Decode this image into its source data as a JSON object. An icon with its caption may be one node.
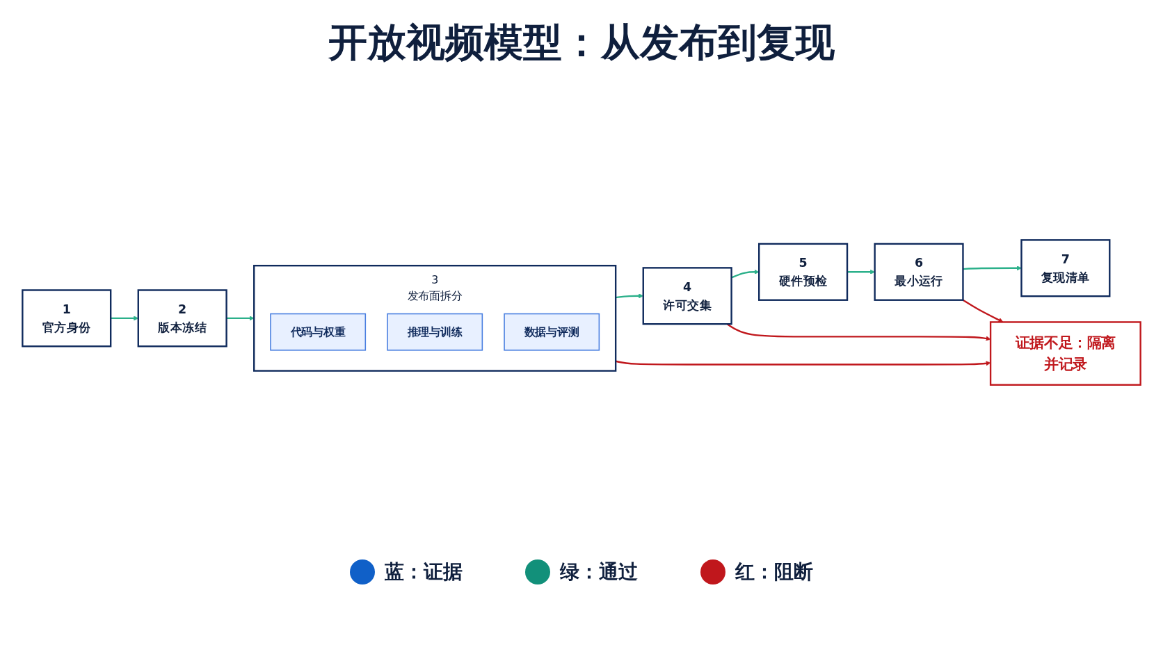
{
  "diagram": {
    "title": "开放视频模型：从发布到复现",
    "nodes": [
      {
        "text": [
          "1",
          "官方身份"
        ]
      },
      {
        "text": [
          "2",
          "版本冻结"
        ]
      },
      {
        "text": [
          "3",
          "发布面拆分"
        ]
      },
      {
        "text": [
          "代码与权重"
        ],
        "in": 2
      },
      {
        "text": [
          "推理与训练"
        ],
        "in": 2
      },
      {
        "text": [
          "数据与评测"
        ],
        "in": 2
      },
      {
        "text": [
          "4",
          "许可交集"
        ]
      },
      {
        "text": [
          "5",
          "硬件预检"
        ]
      },
      {
        "text": [
          "6",
          "最小运行"
        ]
      },
      {
        "text": [
          "7",
          "复现清单"
        ]
      },
      {
        "text": [
          "证据不足：隔离并记录"
        ]
      }
    ],
    "edges": [
      {
        "from": 0,
        "to": 1,
        "arrow": "to"
      },
      {
        "from": 1,
        "to": 2,
        "arrow": "to"
      },
      {
        "from": 2,
        "to": 6,
        "arrow": "to"
      },
      {
        "from": 6,
        "to": 7,
        "arrow": "to"
      },
      {
        "from": 7,
        "to": 8,
        "arrow": "to"
      },
      {
        "from": 8,
        "to": 9,
        "arrow": "to"
      },
      {
        "from": 2,
        "to": 10,
        "arrow": "to",
        "color": "#c0171c"
      },
      {
        "from": 6,
        "to": 10,
        "arrow": "to",
        "color": "#c0171c"
      },
      {
        "from": 8,
        "to": 10,
        "arrow": "to",
        "color": "#c0171c"
      }
    ],
    "legend": [
      {
        "text": "蓝：证据",
        "color": "#1060c8"
      },
      {
        "text": "绿：通过",
        "color": "#12907a"
      },
      {
        "text": "红：阻断",
        "color": "#c0171c"
      }
    ]
  }
}
